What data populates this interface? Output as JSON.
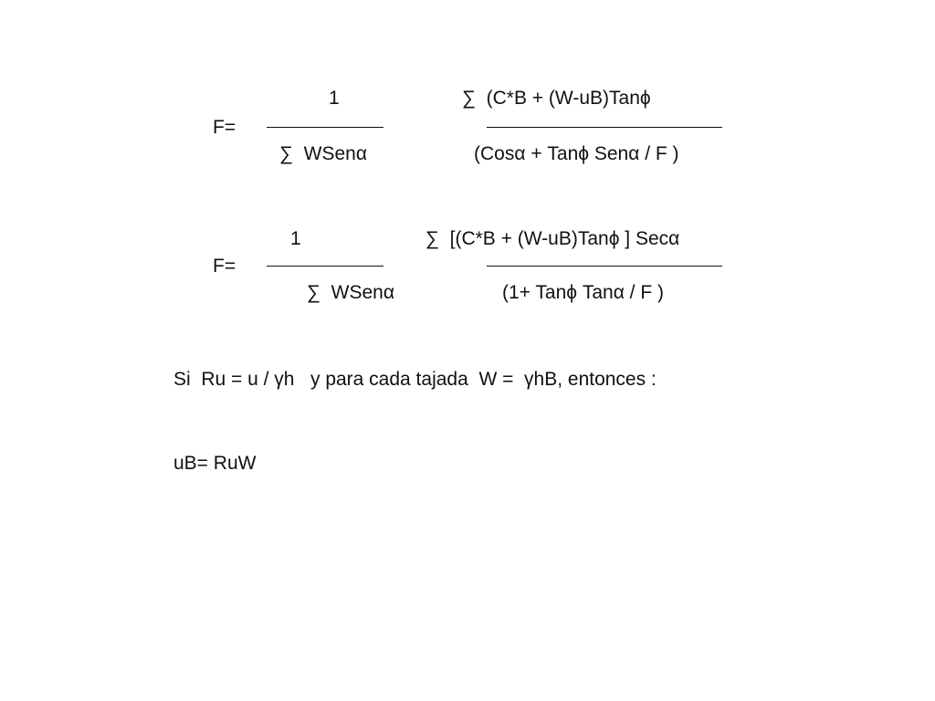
{
  "formula1": {
    "lhs": "F=",
    "frac1_num": "1",
    "frac1_den": "∑  WSenα",
    "frac2_num": "∑  (C*B + (W-uB)Tanϕ",
    "frac2_den": "(Cosα + Tanϕ Senα / F )"
  },
  "formula2": {
    "lhs": "F=",
    "frac1_num": "1",
    "frac1_den": "∑  WSenα",
    "frac2_num": "∑  [(C*B + (W-uB)Tanϕ ] Secα",
    "frac2_den": "(1+ Tanϕ Tanα / F )"
  },
  "statement": "Si  Ru = u / γh   y para cada tajada  W =  γhB, entonces :",
  "result": "uB= RuW"
}
